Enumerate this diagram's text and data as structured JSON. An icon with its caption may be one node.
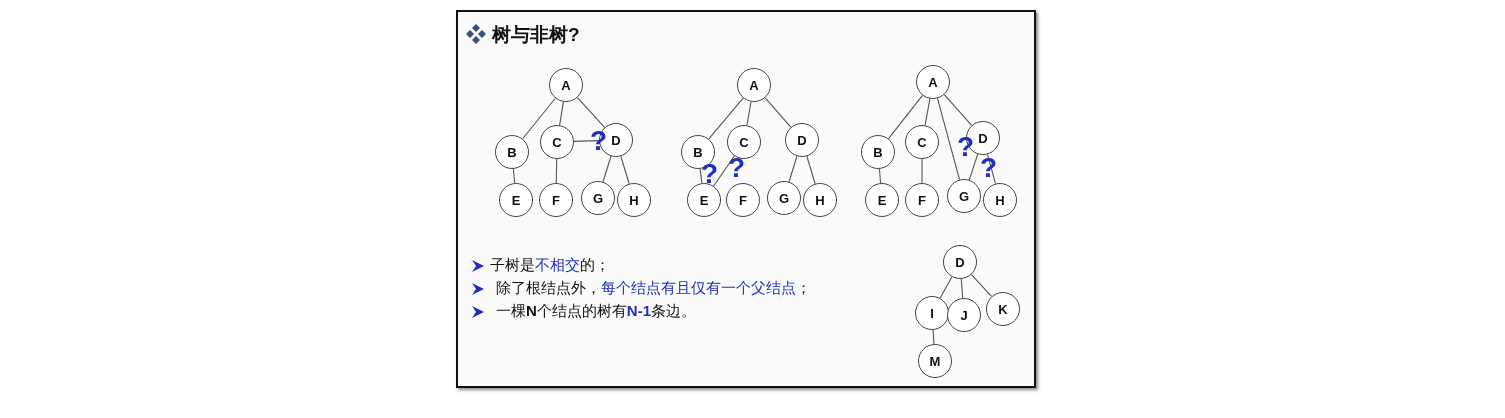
{
  "diagram": {
    "title": "树与非树?",
    "nodes": [
      {
        "text": [
          "A"
        ]
      },
      {
        "text": [
          "B"
        ]
      },
      {
        "text": [
          "C"
        ]
      },
      {
        "text": [
          "D"
        ]
      },
      {
        "text": [
          "E"
        ]
      },
      {
        "text": [
          "F"
        ]
      },
      {
        "text": [
          "G"
        ]
      },
      {
        "text": [
          "H"
        ]
      },
      {
        "text": [
          "A"
        ]
      },
      {
        "text": [
          "B"
        ]
      },
      {
        "text": [
          "C"
        ]
      },
      {
        "text": [
          "D"
        ]
      },
      {
        "text": [
          "E"
        ]
      },
      {
        "text": [
          "F"
        ]
      },
      {
        "text": [
          "G"
        ]
      },
      {
        "text": [
          "H"
        ]
      },
      {
        "text": [
          "A"
        ]
      },
      {
        "text": [
          "B"
        ]
      },
      {
        "text": [
          "C"
        ]
      },
      {
        "text": [
          "D"
        ]
      },
      {
        "text": [
          "E"
        ]
      },
      {
        "text": [
          "F"
        ]
      },
      {
        "text": [
          "G"
        ]
      },
      {
        "text": [
          "H"
        ]
      },
      {
        "text": [
          "D"
        ]
      },
      {
        "text": [
          "I"
        ]
      },
      {
        "text": [
          "J"
        ]
      },
      {
        "text": [
          "K"
        ]
      },
      {
        "text": [
          "M"
        ]
      }
    ],
    "edges": [
      {
        "from": 0,
        "to": 1,
        "arrow": "none"
      },
      {
        "from": 0,
        "to": 2,
        "arrow": "none"
      },
      {
        "from": 0,
        "to": 3,
        "arrow": "none"
      },
      {
        "from": 1,
        "to": 4,
        "arrow": "none"
      },
      {
        "from": 2,
        "to": 5,
        "arrow": "none"
      },
      {
        "from": 2,
        "to": 3,
        "arrow": "none"
      },
      {
        "from": 3,
        "to": 6,
        "arrow": "none"
      },
      {
        "from": 3,
        "to": 7,
        "arrow": "none"
      },
      {
        "from": 8,
        "to": 9,
        "arrow": "none"
      },
      {
        "from": 8,
        "to": 10,
        "arrow": "none"
      },
      {
        "from": 8,
        "to": 11,
        "arrow": "none"
      },
      {
        "from": 9,
        "to": 12,
        "arrow": "none"
      },
      {
        "from": 10,
        "to": 12,
        "arrow": "none"
      },
      {
        "from": 11,
        "to": 14,
        "arrow": "none"
      },
      {
        "from": 11,
        "to": 15,
        "arrow": "none"
      },
      {
        "from": 16,
        "to": 17,
        "arrow": "none"
      },
      {
        "from": 16,
        "to": 18,
        "arrow": "none"
      },
      {
        "from": 16,
        "to": 22,
        "arrow": "none"
      },
      {
        "from": 16,
        "to": 19,
        "arrow": "none"
      },
      {
        "from": 17,
        "to": 20,
        "arrow": "none"
      },
      {
        "from": 18,
        "to": 21,
        "arrow": "none"
      },
      {
        "from": 19,
        "to": 22,
        "arrow": "none"
      },
      {
        "from": 19,
        "to": 23,
        "arrow": "none"
      },
      {
        "from": 24,
        "to": 25,
        "arrow": "none"
      },
      {
        "from": 24,
        "to": 26,
        "arrow": "none"
      },
      {
        "from": 24,
        "to": 27,
        "arrow": "none"
      },
      {
        "from": 25,
        "to": 28,
        "arrow": "none"
      }
    ],
    "labels": [
      "?",
      "?",
      "?",
      "?",
      "?",
      "子树是**不相交**的；",
      "除了根结点外，**每个结点有且仅有一个父结点**；",
      "一棵**N**个结点的树有**N-1**条边。"
    ]
  }
}
